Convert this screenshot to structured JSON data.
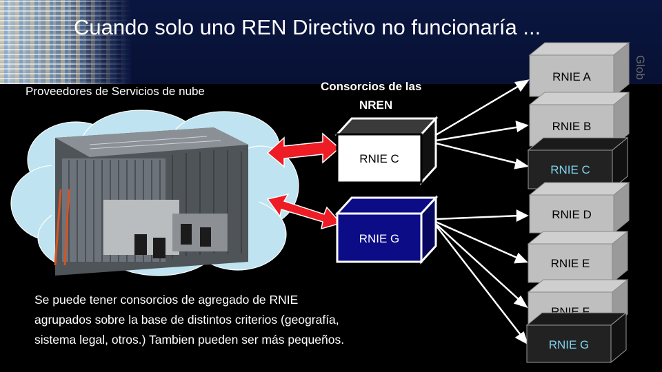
{
  "slide": {
    "title": "Cuando solo uno REN Directivo no funcionaría ...",
    "cloud_label": "Proveedores de Servicios de nube",
    "consortium_label_line1": "Consorcios de las",
    "consortium_label_line2": "NREN",
    "right_edge_text": "Glob",
    "paragraph": [
      "Se puede tener consorcios de agregado de RNIE",
      "agrupados sobre la base de distintos criterios (geografía,",
      "sistema legal, otros.) Tambien pueden ser más pequeños."
    ]
  },
  "aggregators": [
    {
      "label": "RNIE C",
      "fill": "#ffffff",
      "top_fill": "#3a3a3a",
      "side_fill": "#111111",
      "text_color": "#000000"
    },
    {
      "label": "RNIE G",
      "fill": "#0c0c86",
      "top_fill": "#0c0c86",
      "side_fill": "#070760",
      "text_color": "#ffffff"
    }
  ],
  "members": [
    {
      "label": "RNIE A",
      "style": "gray"
    },
    {
      "label": "RNIE B",
      "style": "gray"
    },
    {
      "label": "RNIE C",
      "style": "dark"
    },
    {
      "label": "RNIE D",
      "style": "gray"
    },
    {
      "label": "RNIE E",
      "style": "gray"
    },
    {
      "label": "RNIE F",
      "style": "gray"
    },
    {
      "label": "RNIE G",
      "style": "dark"
    }
  ],
  "colors": {
    "banner": "#0a1640",
    "cloud": "#bfe3f0",
    "arrow_red": "#ee1c24",
    "dark_label": "#7fd4f2",
    "gray_box": "#bfbfbf"
  }
}
